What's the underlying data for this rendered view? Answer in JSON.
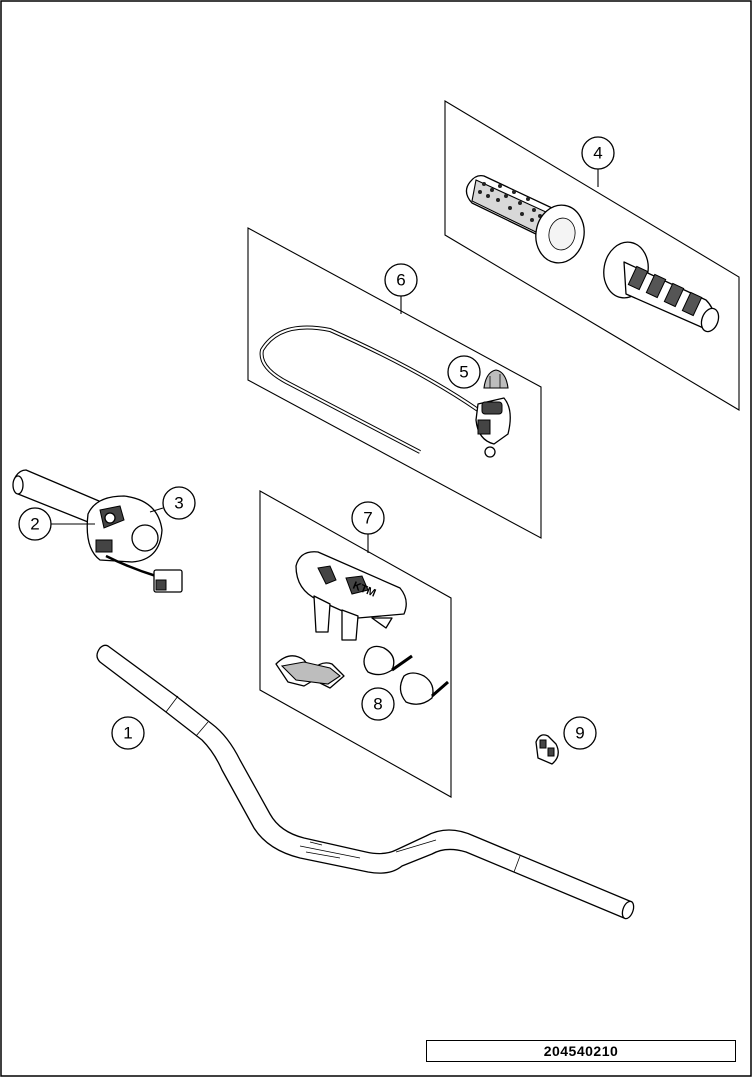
{
  "callouts": [
    {
      "id": "1",
      "part": "handlebar"
    },
    {
      "id": "2",
      "part": "throttle-grip-tube"
    },
    {
      "id": "3",
      "part": "throttle-housing"
    },
    {
      "id": "4",
      "part": "grip-set"
    },
    {
      "id": "5",
      "part": "switch-cap"
    },
    {
      "id": "6",
      "part": "kill-switch-with-cable"
    },
    {
      "id": "7",
      "part": "handlebar-pad"
    },
    {
      "id": "8",
      "part": "cable-ties"
    },
    {
      "id": "9",
      "part": "cable-clip"
    }
  ],
  "drawing_code": "204540210",
  "pad_logo_text": "KTM",
  "colors": {
    "line": "#000000",
    "background": "#ffffff",
    "shade": "#bdbdbd"
  }
}
